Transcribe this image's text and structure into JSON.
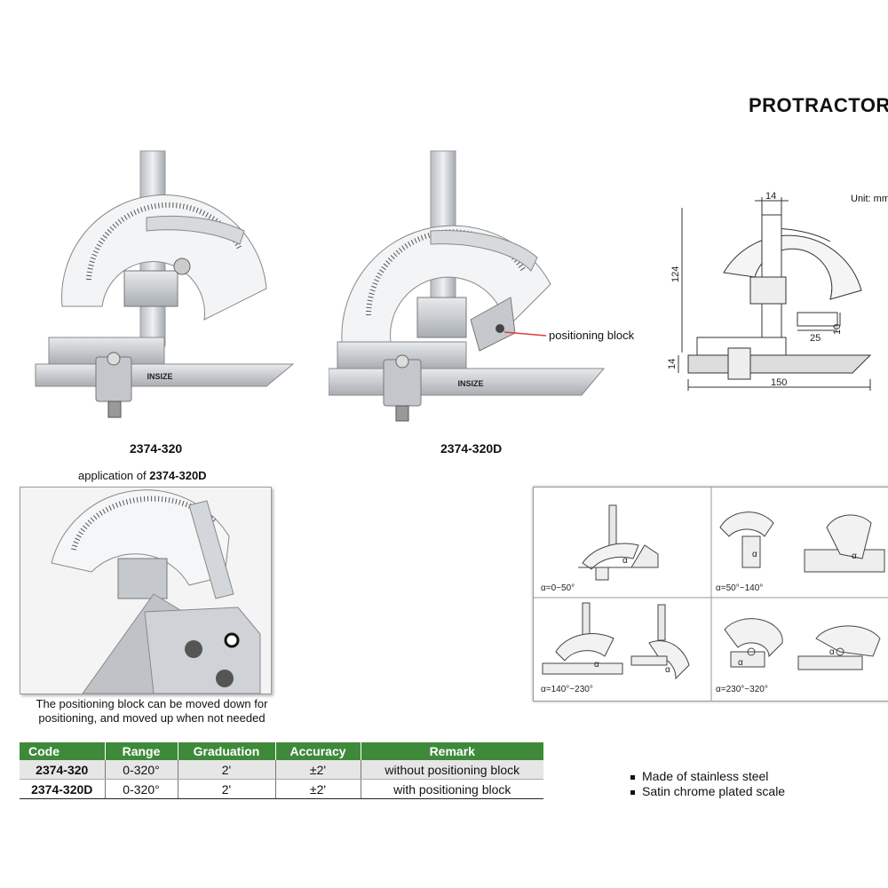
{
  "title": "PROTRACTOR",
  "products": [
    {
      "caption": "2374-320",
      "brand": "INSIZE"
    },
    {
      "caption": "2374-320D",
      "brand": "INSIZE",
      "callout": "positioning block"
    }
  ],
  "drawing": {
    "unit": "Unit: mm",
    "dims": [
      "14",
      "124",
      "25",
      "10",
      "14",
      "150"
    ]
  },
  "application": {
    "label_prefix": "application of ",
    "label_code": "2374-320D",
    "note": "The positioning block can be moved down for positioning, and moved up when not needed"
  },
  "usage_ranges": [
    "α=0~50°",
    "α=50°~140°",
    "α=140°~230°",
    "α=230°~320°"
  ],
  "alpha": "α",
  "table": {
    "headers": [
      "Code",
      "Range",
      "Graduation",
      "Accuracy",
      "Remark"
    ],
    "rows": [
      [
        "2374-320",
        "0-320°",
        "2'",
        "±2'",
        "without positioning block"
      ],
      [
        "2374-320D",
        "0-320°",
        "2'",
        "±2'",
        "with positioning block"
      ]
    ]
  },
  "features": [
    "Made of stainless steel",
    "Satin chrome plated scale"
  ],
  "colors": {
    "header_green": "#3e8a3a",
    "callout_red": "#e23b3b",
    "steel": "#c9cdd2"
  }
}
